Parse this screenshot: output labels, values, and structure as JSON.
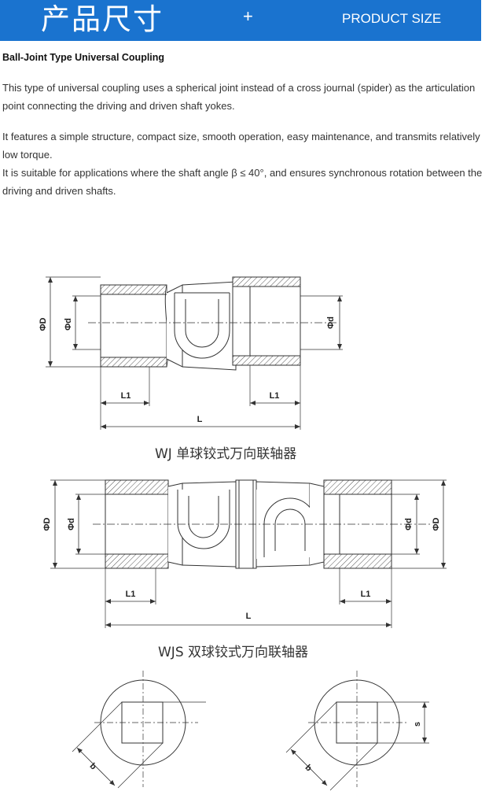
{
  "banner": {
    "title_cn": "产品尺寸",
    "plus": "+",
    "title_en": "PRODUCT SIZE",
    "color": "#1a73cf"
  },
  "heading": "Ball-Joint Type Universal Coupling",
  "paragraphs": [
    "This type of universal coupling uses a spherical joint instead of a cross journal (spider) as the articulation point connecting the driving and driven shaft yokes.",
    "It features a simple structure, compact size, smooth operation, easy maintenance, and transmits relatively low torque.",
    "It is suitable for applications where the shaft angle β ≤ 40°, and ensures synchronous rotation between the driving and driven shafts."
  ],
  "diagram1": {
    "caption": "WJ 单球铰式万向联轴器",
    "labels": {
      "outer_dia": "ΦD",
      "inner_dia_left": "Φd",
      "inner_dia_right": "Φd",
      "l1_left": "L1",
      "l1_right": "L1",
      "length": "L"
    }
  },
  "diagram2": {
    "caption": "WJS 双球铰式万向联轴器",
    "labels": {
      "outer_dia_left": "ΦD",
      "inner_dia_left": "Φd",
      "inner_dia_right": "Φd",
      "outer_dia_right": "ΦD",
      "l1_left": "L1",
      "l1_right": "L1",
      "length": "L"
    }
  },
  "diagram3": {
    "labels": {
      "b_left": "b",
      "b_right": "b",
      "s_right": "s"
    }
  }
}
